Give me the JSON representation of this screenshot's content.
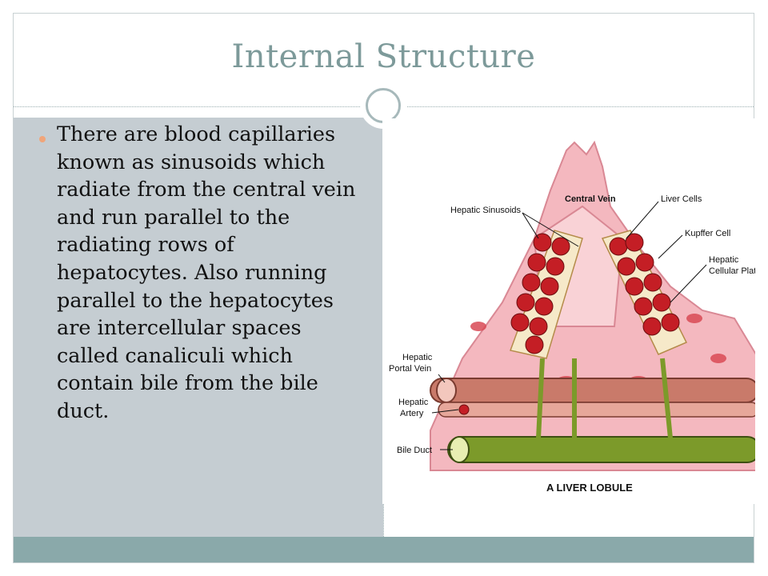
{
  "slide": {
    "title": "Internal Structure",
    "bullet_text": "There are blood capillaries known as sinusoids which radiate from the central vein and run parallel to the radiating rows of hepatocytes.  Also running parallel to the hepatocytes are intercellular spaces called canaliculi which contain bile from the bile duct."
  },
  "figure": {
    "caption": "A LIVER LOBULE",
    "labels": {
      "central_vein": "Central Vein",
      "hepatic_sinusoids": "Hepatic Sinusoids",
      "liver_cells": "Liver Cells",
      "kupffer_cell": "Kupffer Cell",
      "hepatic_cellular_plates_1": "Hepatic",
      "hepatic_cellular_plates_2": "Cellular Plates",
      "hepatic_portal_vein_1": "Hepatic",
      "hepatic_portal_vein_2": "Portal Vein",
      "hepatic_artery_1": "Hepatic",
      "hepatic_artery_2": "Artery",
      "bile_duct": "Bile Duct"
    }
  },
  "colors": {
    "title": "#7d9a9a",
    "content_panel": "#c5cdd2",
    "footer_band": "#8aa9aa",
    "bullet": "#f0a57a"
  }
}
